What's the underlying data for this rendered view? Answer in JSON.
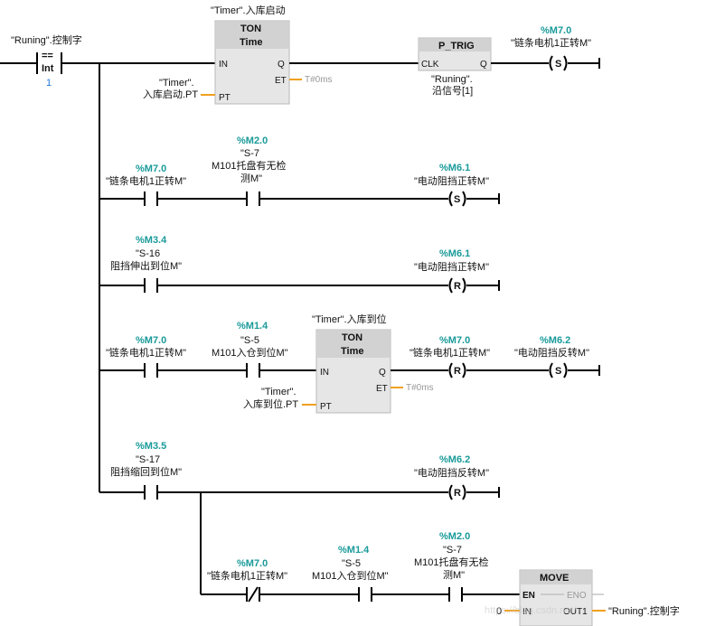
{
  "network": {
    "row1": {
      "compare_tag": "\"Runing\".控制字",
      "compare_op": "==",
      "compare_type": "Int",
      "compare_value": "1",
      "ton_instance": "\"Timer\".入库启动",
      "ton_title": "TON",
      "ton_type": "Time",
      "ton_pin_in": "IN",
      "ton_pin_q": "Q",
      "ton_pin_et": "ET",
      "ton_pin_pt": "PT",
      "ton_et_value": "T#0ms",
      "ton_pt_tag_line1": "\"Timer\".",
      "ton_pt_tag_line2": "入库启动.PT",
      "ptrig_title": "P_TRIG",
      "ptrig_pin_clk": "CLK",
      "ptrig_pin_q": "Q",
      "ptrig_mem_line1": "\"Runing\".",
      "ptrig_mem_line2": "沿信号[1]",
      "coil_addr": "%M7.0",
      "coil_tag": "\"链条电机1正转M\"",
      "coil_type": "S"
    },
    "row2": {
      "c1_addr": "%M7.0",
      "c1_tag": "\"链条电机1正转M\"",
      "c2_addr": "%M2.0",
      "c2_tag_line1": "\"S-7",
      "c2_tag_line2": "M101托盘有无检",
      "c2_tag_line3": "测M\"",
      "coil_addr": "%M6.1",
      "coil_tag": "\"电动阻挡正转M\"",
      "coil_type": "S"
    },
    "row3": {
      "c1_addr": "%M3.4",
      "c1_tag_line1": "\"S-16",
      "c1_tag_line2": "阻挡伸出到位M\"",
      "coil_addr": "%M6.1",
      "coil_tag": "\"电动阻挡正转M\"",
      "coil_type": "R"
    },
    "row4": {
      "c1_addr": "%M7.0",
      "c1_tag": "\"链条电机1正转M\"",
      "c2_addr": "%M1.4",
      "c2_tag_line1": "\"S-5",
      "c2_tag_line2": "M101入仓到位M\"",
      "ton_instance": "\"Timer\".入库到位",
      "ton_title": "TON",
      "ton_type": "Time",
      "ton_pin_in": "IN",
      "ton_pin_q": "Q",
      "ton_pin_et": "ET",
      "ton_pin_pt": "PT",
      "ton_et_value": "T#0ms",
      "ton_pt_tag_line1": "\"Timer\".",
      "ton_pt_tag_line2": "入库到位.PT",
      "coil1_addr": "%M7.0",
      "coil1_tag": "\"链条电机1正转M\"",
      "coil1_type": "R",
      "coil2_addr": "%M6.2",
      "coil2_tag": "\"电动阻挡反转M\"",
      "coil2_type": "S"
    },
    "row5": {
      "c1_addr": "%M3.5",
      "c1_tag_line1": "\"S-17",
      "c1_tag_line2": "阻挡缩回到位M\"",
      "coil_addr": "%M6.2",
      "coil_tag": "\"电动阻挡反转M\"",
      "coil_type": "R"
    },
    "row6": {
      "c1_addr": "%M7.0",
      "c1_tag": "\"链条电机1正转M\"",
      "c2_addr": "%M1.4",
      "c2_tag_line1": "\"S-5",
      "c2_tag_line2": "M101入仓到位M\"",
      "c3_addr": "%M2.0",
      "c3_tag_line1": "\"S-7",
      "c3_tag_line2": "M101托盘有无检",
      "c3_tag_line3": "测M\"",
      "move_title": "MOVE",
      "move_pin_en": "EN",
      "move_pin_eno": "ENO",
      "move_pin_in": "IN",
      "move_pin_out": "OUT1",
      "move_in_value": "0",
      "move_out_tag": "\"Runing\".控制字"
    },
    "watermark": "https://blog.csdn.net/..."
  }
}
